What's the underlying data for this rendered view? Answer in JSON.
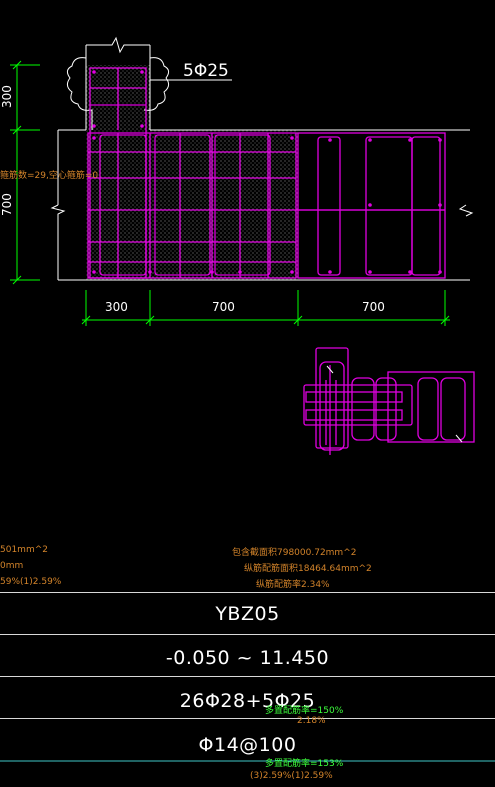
{
  "drawing": {
    "rebar_callout": "5Φ25",
    "dim_vertical_top": "300",
    "dim_vertical_bottom": "700",
    "dim_bottom": [
      "300",
      "700",
      "700"
    ],
    "side_note": "箍筋数=29,空心箍筋=0"
  },
  "notes_left": [
    "501mm^2",
    "0mm",
    "59%(1)2.59%"
  ],
  "notes_right": [
    "包含截面积798000.72mm^2",
    "纵筋配筋面积18464.64mm^2",
    "纵筋配筋率2.34%"
  ],
  "table": {
    "name": "YBZ05",
    "elevation": "-0.050 ~ 11.450",
    "longitudinal": "26Φ28+5Φ25",
    "stirrup": "Φ14@100"
  },
  "overlay_notes": {
    "ratio_label_1": "多置配筋率=150%",
    "ratio_value_1": "2.18%",
    "ratio_label_2": "多置配筋率=153%",
    "ratio_value_2": "(3)2.59%(1)2.59%"
  },
  "colors": {
    "background": "#000000",
    "rebar": "#e000e0",
    "dimension": "#00ff00",
    "outline": "#ffffff",
    "note": "#d2832a"
  }
}
